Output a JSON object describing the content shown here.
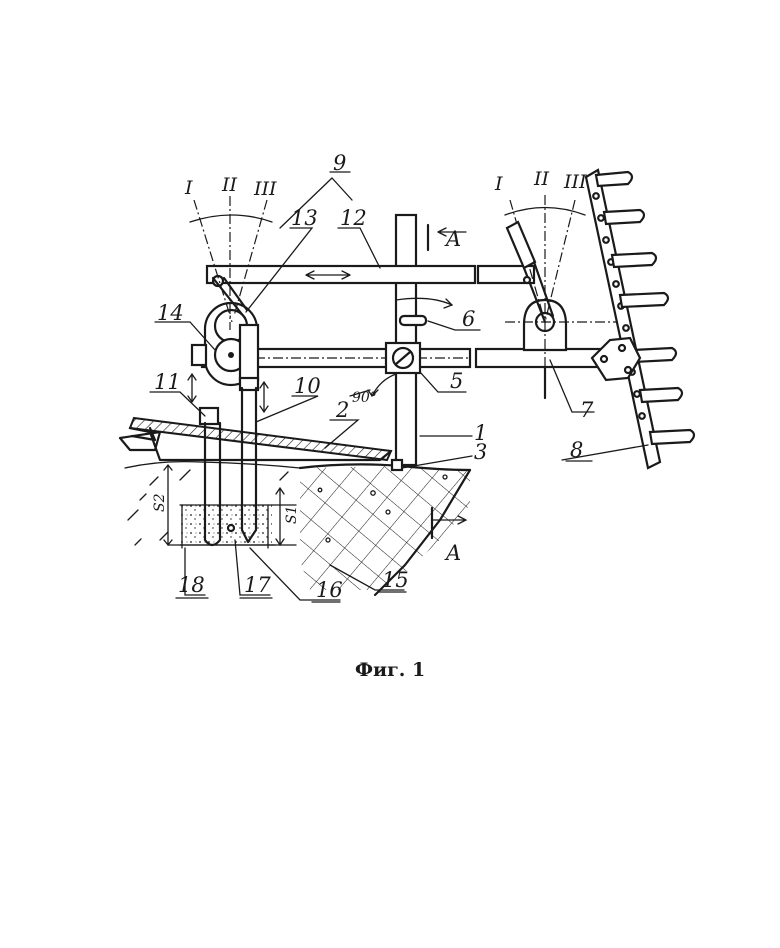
{
  "figure": {
    "caption": "Фиг. 1",
    "section_mark": "A",
    "angle_label": "90°",
    "positions": [
      "I",
      "II",
      "III"
    ],
    "gaps": {
      "s1": "S1",
      "s2": "S2"
    },
    "part_numbers": [
      "1",
      "2",
      "3",
      "5",
      "6",
      "7",
      "8",
      "9",
      "10",
      "11",
      "12",
      "13",
      "14",
      "15",
      "16",
      "17",
      "18"
    ]
  }
}
